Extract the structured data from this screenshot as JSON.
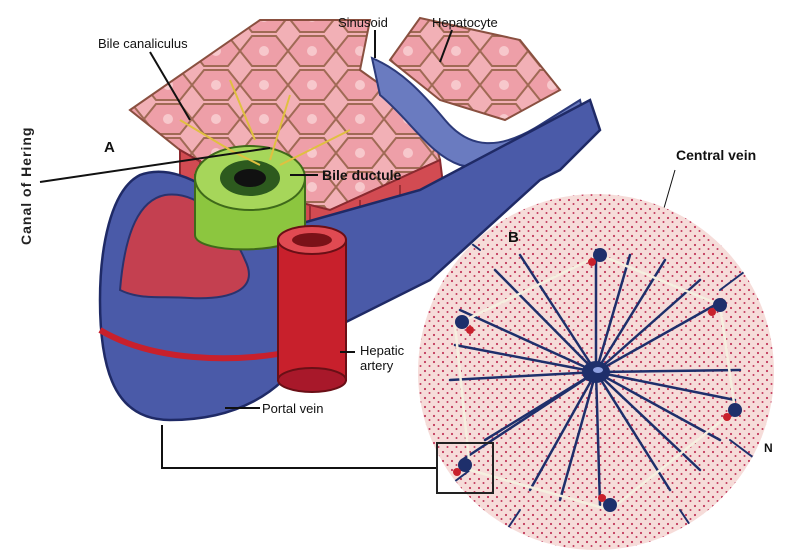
{
  "labels": {
    "bile_canaliculus": "Bile canaliculus",
    "sinusoid": "Sinusoid",
    "hepatocyte": "Hepatocyte",
    "canal_of_hering": "Canal of Hering",
    "bile_ductule": "Bile ductule",
    "central_vein": "Central vein",
    "hepatic_artery": "Hepatic\nartery",
    "portal_vein": "Portal vein",
    "panel_a": "A",
    "panel_b": "B",
    "corner_mark": "N"
  },
  "colors": {
    "hepatocyte_pink": "#f0a9b1",
    "cell_border": "#b07860",
    "portal_vein_blue": "#4a5aa8",
    "hepatic_artery_red": "#c8202c",
    "bile_ductule_green": "#8cc63f",
    "lobule_dots": "#c84a6a",
    "central_vein_dark": "#1e2f6b"
  }
}
